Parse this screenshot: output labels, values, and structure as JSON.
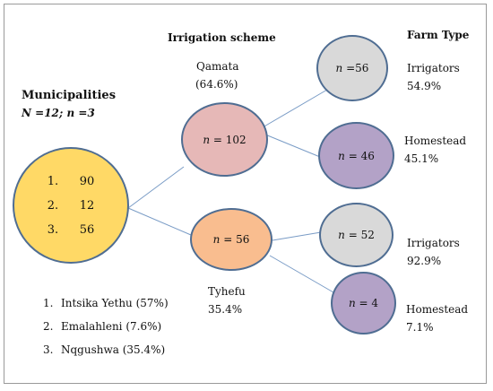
{
  "headers": {
    "irrigation_scheme": "Irrigation scheme",
    "farm_type": "Farm Type",
    "municipalities": "Municipalities",
    "municipalities_n": "N =12; n =3"
  },
  "root_node": {
    "items": [
      {
        "num": "1.",
        "value": "90"
      },
      {
        "num": "2.",
        "value": "12"
      },
      {
        "num": "3.",
        "value": "56"
      }
    ],
    "color": "#ffd966"
  },
  "schemes": [
    {
      "name": "Qamata",
      "percent": "(64.6%)",
      "n_label": "n",
      "n_value": "= 102",
      "color": "#e6b8b7"
    },
    {
      "name": "Tyhefu",
      "percent": "35.4%",
      "n_label": "n",
      "n_value": "= 56",
      "color": "#f9bd8f"
    }
  ],
  "farm_types": [
    {
      "name": "Irrigators",
      "percent": "54.9%",
      "n_label": "n",
      "n_value": "=56",
      "color": "#d9d9d9"
    },
    {
      "name": "Homestead",
      "percent": "45.1%",
      "n_label": "n",
      "n_value": "= 46",
      "color": "#b3a2c7"
    },
    {
      "name": "Irrigators",
      "percent": "92.9%",
      "n_label": "n",
      "n_value": "= 52",
      "color": "#d9d9d9"
    },
    {
      "name": "Homestead",
      "percent": "7.1%",
      "n_label": "n",
      "n_value": "= 4",
      "color": "#b3a2c7"
    }
  ],
  "legend": [
    {
      "num": "1.",
      "label": "Intsika Yethu (57%)"
    },
    {
      "num": "2.",
      "label": "Emalahleni (7.6%)"
    },
    {
      "num": "3.",
      "label": "Nqgushwa (35.4%)"
    }
  ],
  "line_color": "#7a9cc6",
  "border_color": "#4f6d92"
}
